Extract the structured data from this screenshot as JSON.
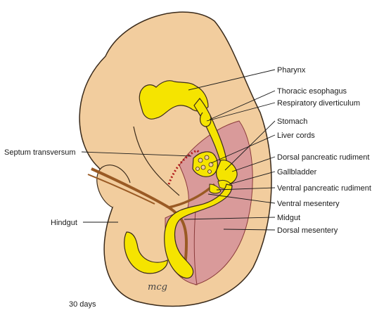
{
  "figure": {
    "age_caption": "30 days",
    "artist_signature": "mcg",
    "colors": {
      "embryo_skin": "#f2cd9e",
      "embryo_outline": "#3a2a1a",
      "gut_tube": "#f5e400",
      "body_cavity": "#d99a9a",
      "mesentery": "#9a5a24",
      "septum_dots": "#b01a1a"
    }
  },
  "labels": {
    "pharynx": "Pharynx",
    "thoracic_esophagus": "Thoracic esophagus",
    "respiratory_diverticulum": "Respiratory diverticulum",
    "stomach": "Stomach",
    "liver_cords": "Liver cords",
    "septum_transversum": "Septum transversum",
    "dorsal_pancreatic_rudiment": "Dorsal pancreatic rudiment",
    "gallbladder": "Gallbladder",
    "ventral_pancreatic_rudiment": "Ventral pancreatic rudiment",
    "ventral_mesentery": "Ventral mesentery",
    "hindgut": "Hindgut",
    "midgut": "Midgut",
    "dorsal_mesentery": "Dorsal mesentery"
  }
}
